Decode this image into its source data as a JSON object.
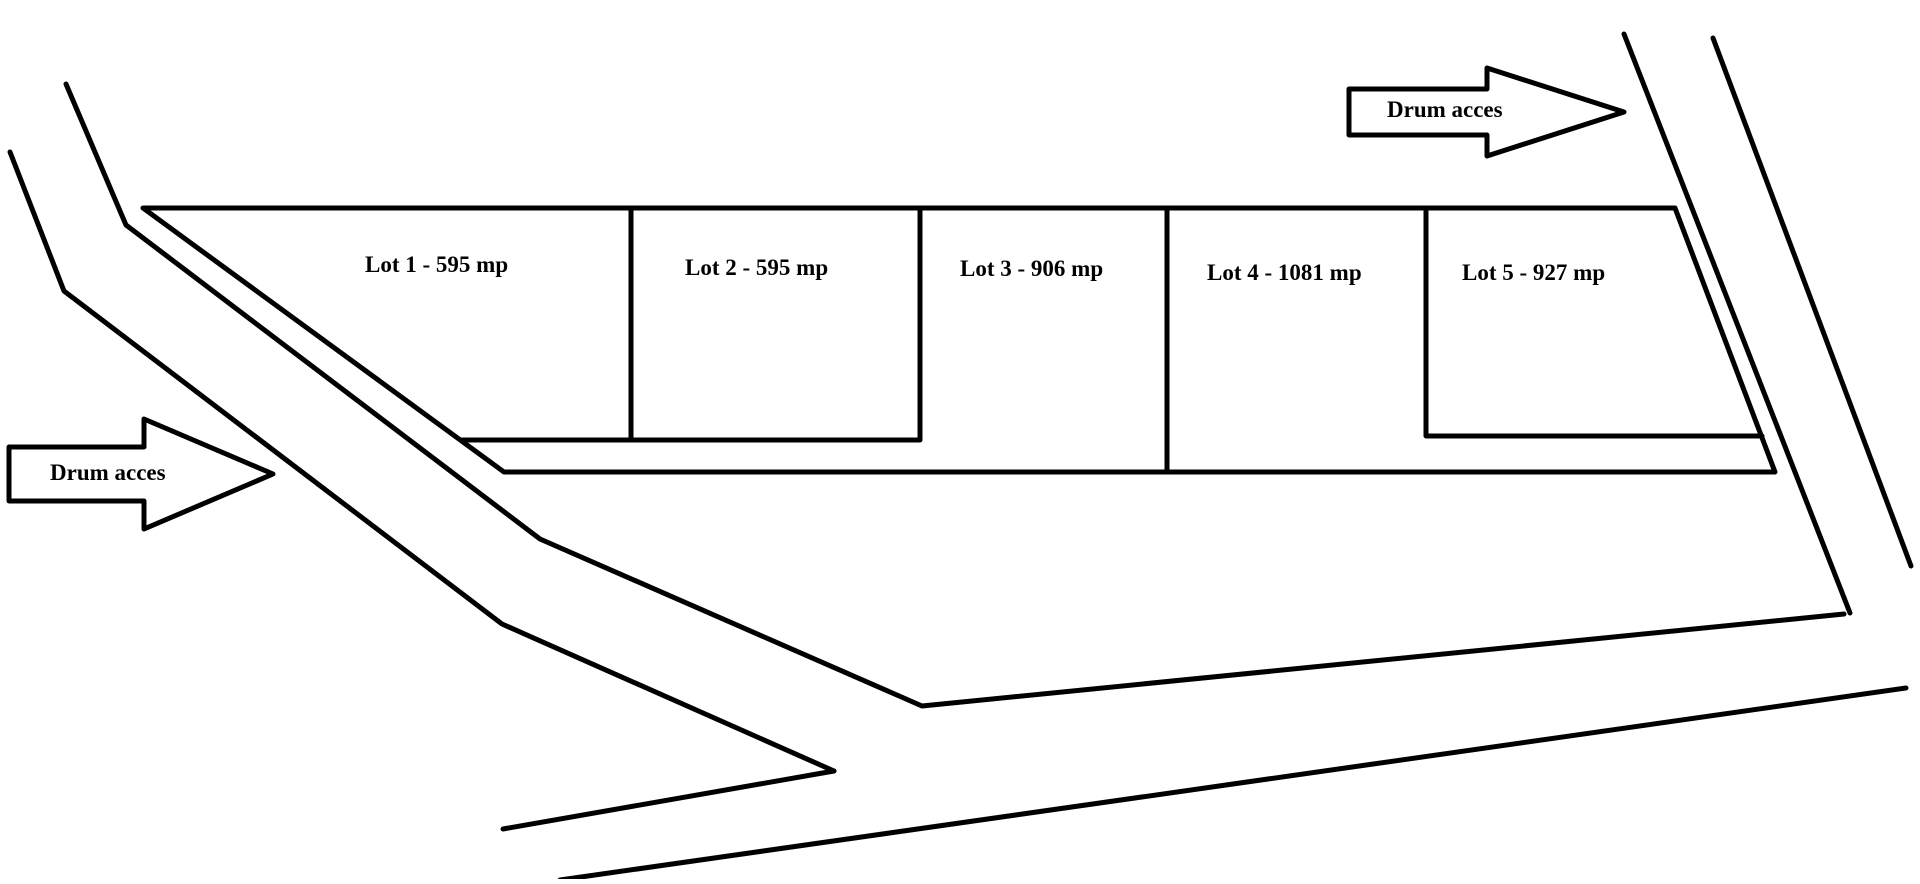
{
  "colors": {
    "line": "#000000",
    "background": "#ffffff",
    "arrow_fill": "#ffffff"
  },
  "access_labels": {
    "top_right": "Drum acces",
    "left": "Drum acces"
  },
  "lots": [
    {
      "label": "Lot 1 - 595 mp"
    },
    {
      "label": "Lot 2 - 595 mp"
    },
    {
      "label": "Lot 3 - 906 mp"
    },
    {
      "label": "Lot 4 - 1081 mp"
    },
    {
      "label": "Lot 5 - 927 mp"
    }
  ]
}
